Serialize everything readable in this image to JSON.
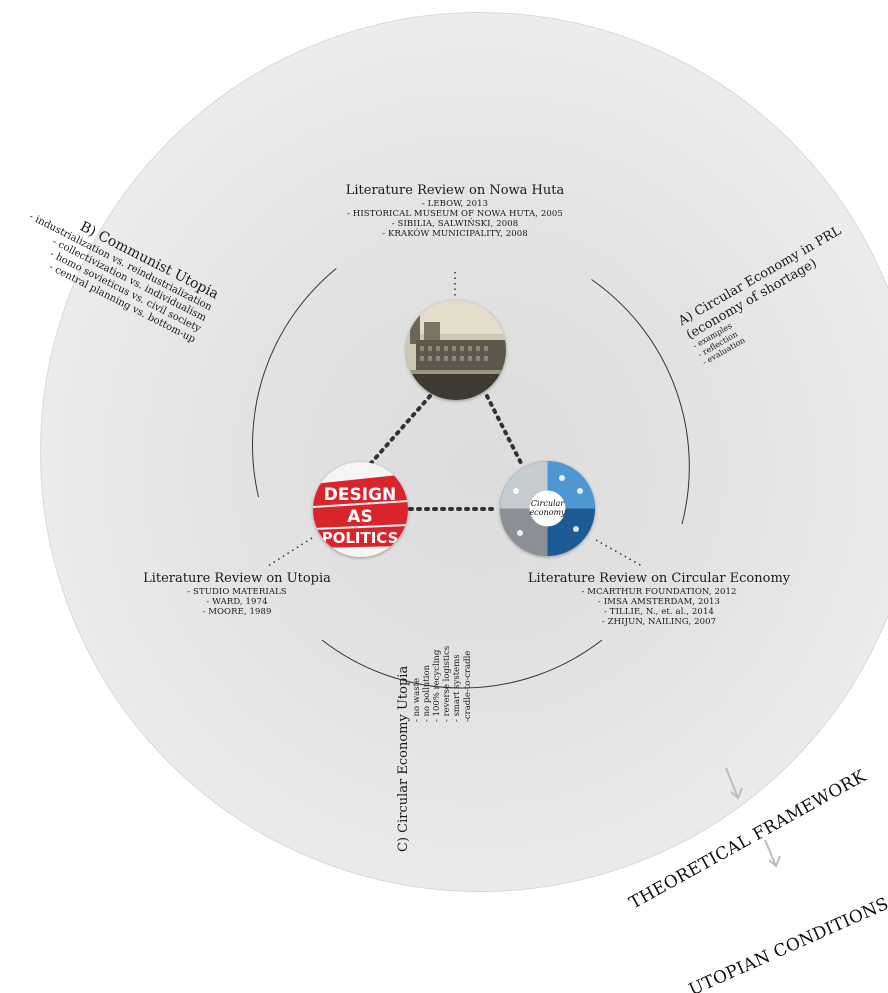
{
  "top_review": {
    "title": "Literature Review on Nowa Huta",
    "items": [
      "- LEBOW, 2013",
      "- HISTORICAL MUSEUM OF NOWA HUTA, 2005",
      "- SIBILIA, SALWIŃSKI, 2008",
      "- KRAKÓW MUNICIPALITY, 2008"
    ]
  },
  "left_review": {
    "title": "Literature Review on Utopia",
    "items": [
      "- STUDIO MATERIALS",
      "- WARD, 1974",
      "- MOORE, 1989"
    ]
  },
  "right_review": {
    "title": "Literature Review on Circular Economy",
    "items": [
      "- MCARTHUR FOUNDATION, 2012",
      "- IMSA AMSTERDAM, 2013",
      "- TILLIE, N., et. al., 2014",
      "- ZHIJUN, NAILING, 2007"
    ]
  },
  "utopia_b": {
    "heading": "B) Communist Utopia",
    "items": [
      "- industrialization vs. reindustrialization",
      "- collectivization vs. individualism",
      "- homo sovieticus vs. civil society",
      "- central planning vs. bottom-up"
    ]
  },
  "utopia_a": {
    "heading": "A) Circular Economy in PRL",
    "subheading": "(economy of shortage)",
    "items": [
      "- examples",
      "- reflection",
      "- evaluation"
    ]
  },
  "utopia_c": {
    "heading": "C) Circular Economy Utopia",
    "items": [
      "- no waste",
      "- no pollution",
      "- 100% recycling",
      "- reverse logistics",
      "- smart systems",
      "-cradle-to-cradle"
    ]
  },
  "design_badge": {
    "lines": [
      "DESIGN",
      "AS",
      "POLITICS"
    ]
  },
  "circular_badge": {
    "center_text": "Circular economy"
  },
  "flow": {
    "step1": "THEORETICAL FRAMEWORK",
    "step2": "UTOPIAN CONDITIONS"
  },
  "colors": {
    "red": "#d9242b",
    "blue_dark": "#1d5b95",
    "blue_light": "#4f97d1",
    "line": "#333333"
  }
}
